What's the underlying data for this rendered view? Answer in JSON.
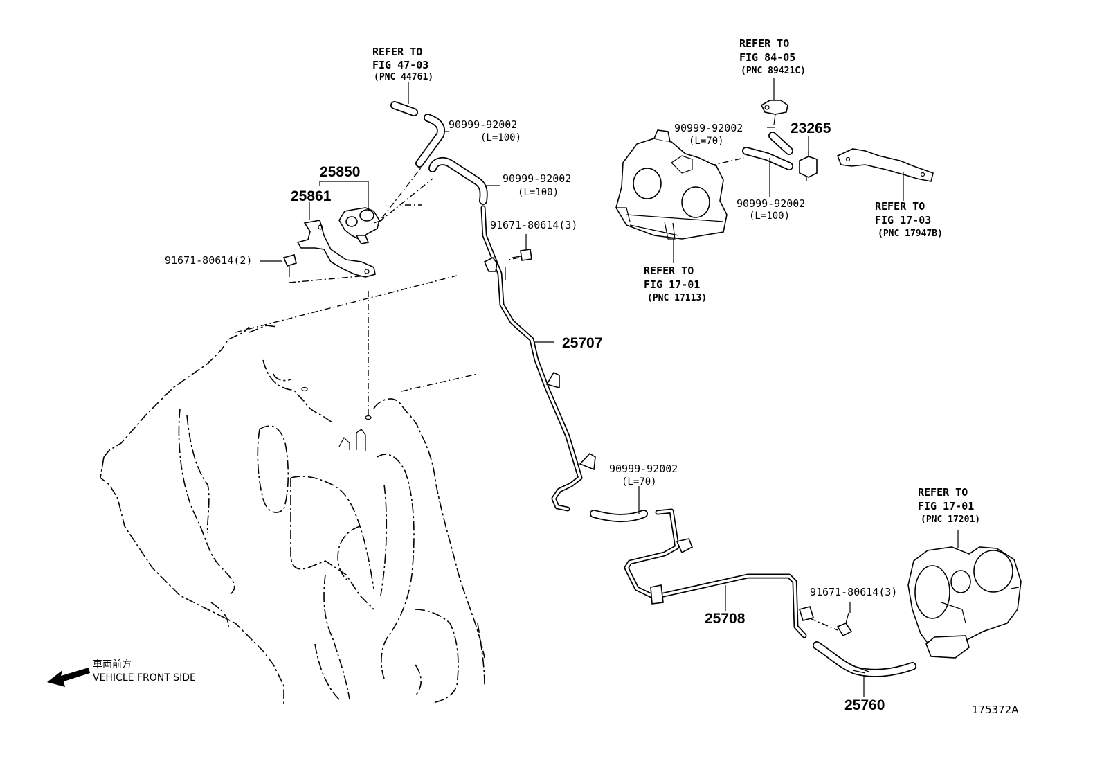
{
  "labels": {
    "ref_47_03": {
      "line1": "REFER TO",
      "line2": "FIG 47-03",
      "line3": "(PNC 44761)"
    },
    "ref_84_05": {
      "line1": "REFER TO",
      "line2": "FIG 84-05",
      "line3": "(PNC 89421C)"
    },
    "ref_17_03": {
      "line1": "REFER TO",
      "line2": "FIG 17-03",
      "line3": "(PNC 17947B)"
    },
    "ref_17_01_a": {
      "line1": "REFER TO",
      "line2": "FIG 17-01",
      "line3": "(PNC 17113)"
    },
    "ref_17_01_b": {
      "line1": "REFER TO",
      "line2": "FIG 17-01",
      "line3": "(PNC 17201)"
    },
    "hose_top_left": {
      "part": "90999-92002",
      "length": "(L=100)"
    },
    "hose_top_mid": {
      "part": "90999-92002",
      "length": "(L=100)"
    },
    "hose_right_upper": {
      "part": "90999-92002",
      "length": "(L=70)"
    },
    "hose_right_lower": {
      "part": "90999-92002",
      "length": "(L=100)"
    },
    "hose_bottom": {
      "part": "90999-92002",
      "length": "(L=70)"
    },
    "bolt_left": "91671-80614(2)",
    "bolt_mid": "91671-80614(3)",
    "bolt_right": "91671-80614(3)",
    "pn_25850": "25850",
    "pn_25861": "25861",
    "pn_23265": "23265",
    "pn_25707": "25707",
    "pn_25708": "25708",
    "pn_25760": "25760",
    "front_jp": "車両前方",
    "front_en": "VEHICLE FRONT SIDE",
    "figure_id": "175372A"
  }
}
